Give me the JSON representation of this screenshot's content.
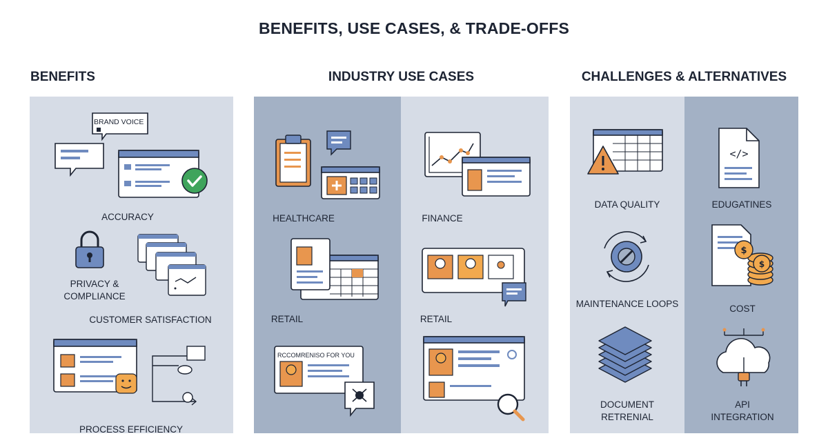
{
  "title": "BENEFITS, USE CASES, & TRADE-OFFS",
  "sections": {
    "benefits": {
      "title": "BENEFITS",
      "items": {
        "accuracy": "ACCURACY",
        "privacy": "PRIVACY &",
        "compliance": "COMPLIANCE",
        "customer_satisfaction": "CUSTOMER SATISFACTION",
        "process_efficiency": "PROCESS EFFICIENCY"
      },
      "brand_voice": "BRAND VOICE"
    },
    "use_cases": {
      "title": "INDUSTRY USE CASES",
      "items": {
        "healthcare": "HEALTHCARE",
        "finance": "FINANCE",
        "retail_1": "RETAIL",
        "retail_2": "RETAIL"
      },
      "recommended_card": "RCCOMRENISO FOR YOU"
    },
    "challenges": {
      "title": "CHALLENGES & ALTERNATIVES",
      "items": {
        "data_quality": "DATA QUALITY",
        "edugatines": "EDUGATINES",
        "maintenance_loops": "MAINTENANCE LOOPS",
        "cost": "COST",
        "document": "DOCUMENT",
        "retrenial": "RETRENIAL",
        "api": "API",
        "integration": "INTEGRATION"
      }
    }
  },
  "colors": {
    "light_panel": "#d6dce6",
    "mid_panel": "#a3b1c5",
    "accent_orange": "#e8964e",
    "accent_blue": "#6f8bbf",
    "check_green": "#3fa45c",
    "outline": "#1d2433"
  }
}
